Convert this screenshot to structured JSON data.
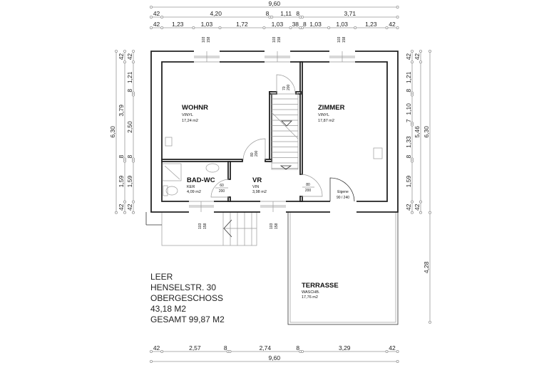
{
  "dimensions": {
    "top": [
      [
        "9,60"
      ],
      [
        "42",
        "4,20",
        "8",
        "1,11",
        "8",
        "3,71"
      ],
      [
        "42",
        "1,23",
        "1,03",
        "1,72",
        "1,03",
        "38",
        "8",
        "1,03",
        "1,03",
        "1,23",
        "42"
      ]
    ],
    "left": [
      [
        "6,30"
      ],
      [
        "42",
        "3,79",
        "8",
        "1,59",
        "42"
      ],
      [
        "42",
        "1,21",
        "8",
        "2,50",
        "8",
        "1,59",
        "42"
      ]
    ],
    "right": [
      [
        "42",
        "1,21",
        "8",
        "1,10",
        "7",
        "1,33",
        "8",
        "1,59",
        "42"
      ],
      [
        "42",
        "5,46",
        "42"
      ],
      [
        "6,30",
        "4,28"
      ]
    ],
    "bottom": [
      [
        "42",
        "2,57",
        "8",
        "2,74",
        "8",
        "3,29",
        "42"
      ],
      [
        "9,60"
      ]
    ]
  },
  "rooms": {
    "wohnr": {
      "name": "WOHNR",
      "floor": "VINYL",
      "area": "17,24 m2"
    },
    "zimmer": {
      "name": "ZIMMER",
      "floor": "VINYL",
      "area": "17,87 m2"
    },
    "bad": {
      "name": "BAD-WC",
      "floor": "KER",
      "area": "4,09 m2"
    },
    "vr": {
      "name": "VR",
      "floor": "VIN",
      "area": "3,98 m2"
    },
    "terrasse": {
      "name": "TERRASSE",
      "floor": "WASCHB.",
      "area": "17,76 m2"
    }
  },
  "openings": {
    "window": {
      "w": "103",
      "h": "158"
    },
    "door_stair": {
      "w": "70",
      "h": "200"
    },
    "door_wohnr": {
      "w": "80",
      "h": "200"
    },
    "door_bad": {
      "w": "60",
      "h": "200"
    },
    "door_zimmer": {
      "w": "80",
      "h": "200"
    },
    "door_exit": {
      "label": "Eigene",
      "size": "90 / 240"
    }
  },
  "info": [
    "LEER",
    "HENSELSTR. 30",
    "OBERGESCHOSS",
    "43,18 M2",
    "GESAMT 99,87 M2"
  ]
}
